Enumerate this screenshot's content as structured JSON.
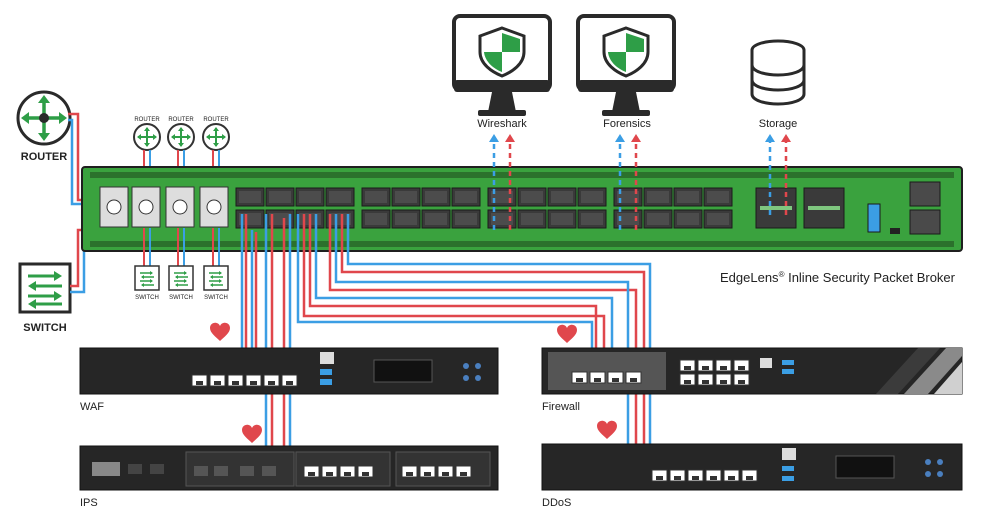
{
  "labels": {
    "router_big": "ROUTER",
    "switch_big": "SWITCH",
    "router_small": "ROUTER",
    "switch_small": "SWITCH",
    "wireshark": "Wireshark",
    "forensics": "Forensics",
    "storage": "Storage",
    "product_name": "EdgeLens",
    "product_reg": "®",
    "product_tail": " Inline Security Packet Broker",
    "waf": "WAF",
    "ips": "IPS",
    "firewall": "Firewall",
    "ddos": "DDoS"
  },
  "colors": {
    "broker_green": "#3aa23e",
    "link_red": "#e0474c",
    "link_blue": "#3b9ee4",
    "appliance_dark": "#262626",
    "shield_green": "#2e9e47",
    "heart": "#e0474c"
  },
  "icons": [
    "router-icon",
    "switch-icon",
    "monitor-icon",
    "shield-icon",
    "database-icon",
    "heart-icon"
  ]
}
